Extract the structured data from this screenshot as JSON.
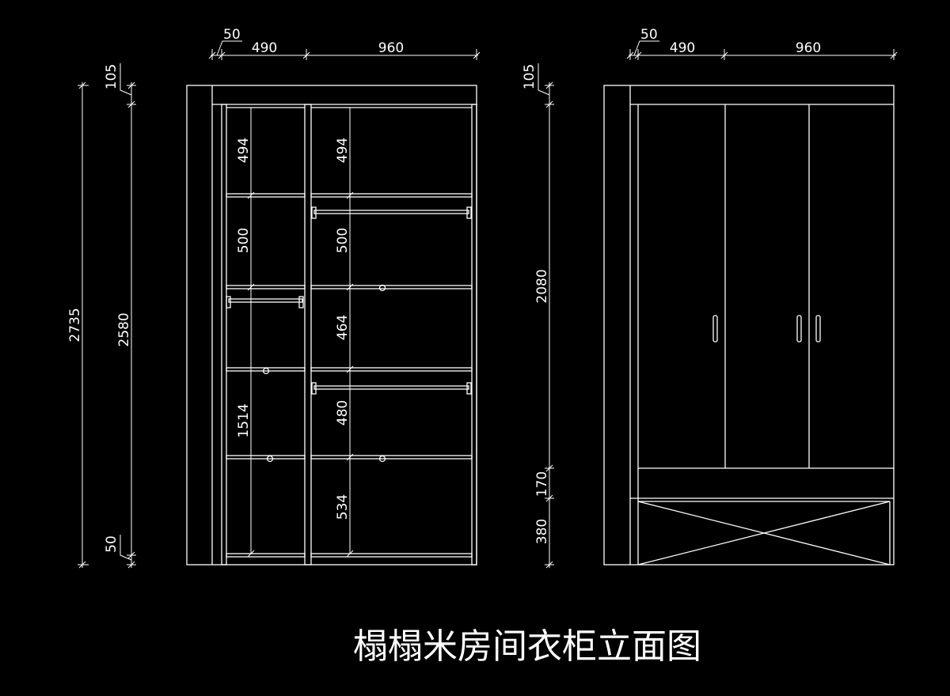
{
  "title": "榻榻米房间衣柜立面图",
  "left_view": {
    "top_dims": [
      "50",
      "490",
      "960"
    ],
    "side_dims": {
      "overall": "2735",
      "inner": "2580",
      "top": "105",
      "bottom": "50"
    },
    "left_column_dims": [
      "494",
      "500",
      "1514"
    ],
    "right_column_dims": [
      "494",
      "500",
      "464",
      "480",
      "534"
    ]
  },
  "right_view": {
    "top_dims": [
      "50",
      "490",
      "960"
    ],
    "side_dims": {
      "top": "105",
      "doors": "2080",
      "band": "170",
      "base": "380"
    }
  },
  "colors": {
    "background": "#000000",
    "line": "#ffffff"
  }
}
